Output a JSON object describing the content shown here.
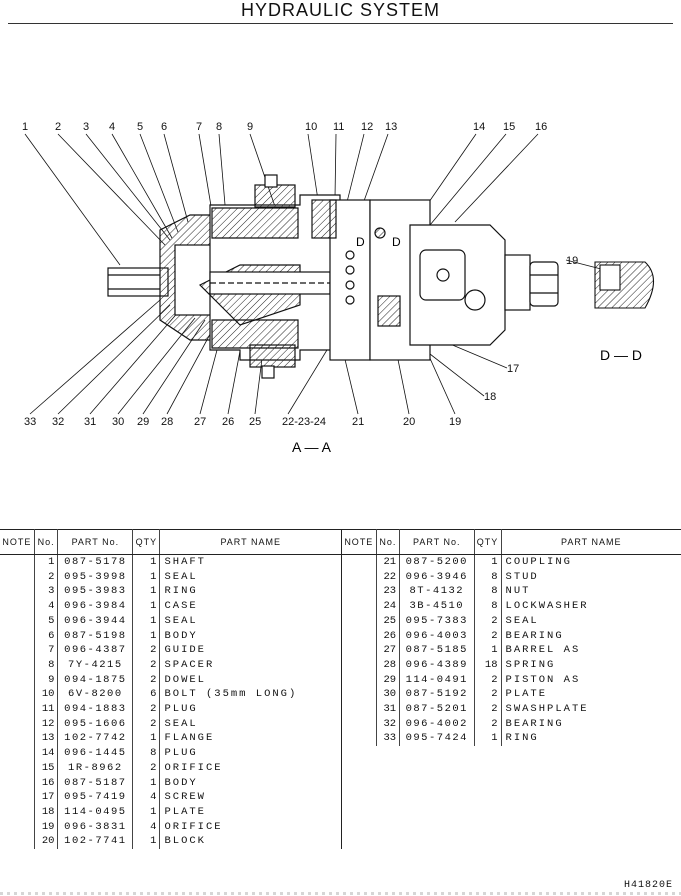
{
  "header": {
    "title": "HYDRAULIC SYSTEM"
  },
  "drawing": {
    "view_aa": "A — A",
    "view_dd": "D — D",
    "section_marker": "D",
    "callouts_top": [
      "1",
      "2",
      "3",
      "4",
      "5",
      "6",
      "7",
      "8",
      "9",
      "10",
      "11",
      "12",
      "13",
      "14",
      "15",
      "16"
    ],
    "callouts_bottom": [
      "33",
      "32",
      "31",
      "30",
      "29",
      "28",
      "27",
      "26",
      "25",
      "22-23-24",
      "21",
      "20",
      "19"
    ],
    "callouts_right": [
      "17",
      "18",
      "19"
    ]
  },
  "table": {
    "columns": {
      "note": "NOTE",
      "no": "No.",
      "part_no": "PART No.",
      "qty": "QTY",
      "part_name": "PART NAME"
    },
    "left": [
      {
        "no": "1",
        "part_no": "087-5178",
        "qty": "1",
        "name": "SHAFT"
      },
      {
        "no": "2",
        "part_no": "095-3998",
        "qty": "1",
        "name": "SEAL"
      },
      {
        "no": "3",
        "part_no": "095-3983",
        "qty": "1",
        "name": "RING"
      },
      {
        "no": "4",
        "part_no": "096-3984",
        "qty": "1",
        "name": "CASE"
      },
      {
        "no": "5",
        "part_no": "096-3944",
        "qty": "1",
        "name": "SEAL"
      },
      {
        "no": "6",
        "part_no": "087-5198",
        "qty": "1",
        "name": "BODY"
      },
      {
        "no": "7",
        "part_no": "096-4387",
        "qty": "2",
        "name": "GUIDE"
      },
      {
        "no": "8",
        "part_no": "7Y-4215",
        "qty": "2",
        "name": "SPACER"
      },
      {
        "no": "9",
        "part_no": "094-1875",
        "qty": "2",
        "name": "DOWEL"
      },
      {
        "no": "10",
        "part_no": "6V-8200",
        "qty": "6",
        "name": "BOLT (35mm LONG)"
      },
      {
        "no": "11",
        "part_no": "094-1883",
        "qty": "2",
        "name": "PLUG"
      },
      {
        "no": "12",
        "part_no": "095-1606",
        "qty": "2",
        "name": "SEAL"
      },
      {
        "no": "13",
        "part_no": "102-7742",
        "qty": "1",
        "name": "FLANGE"
      },
      {
        "no": "14",
        "part_no": "096-1445",
        "qty": "8",
        "name": "PLUG"
      },
      {
        "no": "15",
        "part_no": "1R-8962",
        "qty": "2",
        "name": "ORIFICE"
      },
      {
        "no": "16",
        "part_no": "087-5187",
        "qty": "1",
        "name": "BODY"
      },
      {
        "no": "17",
        "part_no": "095-7419",
        "qty": "4",
        "name": "SCREW"
      },
      {
        "no": "18",
        "part_no": "114-0495",
        "qty": "1",
        "name": "PLATE"
      },
      {
        "no": "19",
        "part_no": "096-3831",
        "qty": "4",
        "name": "ORIFICE"
      },
      {
        "no": "20",
        "part_no": "102-7741",
        "qty": "1",
        "name": "BLOCK"
      }
    ],
    "right": [
      {
        "no": "21",
        "part_no": "087-5200",
        "qty": "1",
        "name": "COUPLING"
      },
      {
        "no": "22",
        "part_no": "096-3946",
        "qty": "8",
        "name": "STUD"
      },
      {
        "no": "23",
        "part_no": "8T-4132",
        "qty": "8",
        "name": "NUT"
      },
      {
        "no": "24",
        "part_no": "3B-4510",
        "qty": "8",
        "name": "LOCKWASHER"
      },
      {
        "no": "25",
        "part_no": "095-7383",
        "qty": "2",
        "name": "SEAL"
      },
      {
        "no": "26",
        "part_no": "096-4003",
        "qty": "2",
        "name": "BEARING"
      },
      {
        "no": "27",
        "part_no": "087-5185",
        "qty": "1",
        "name": "BARREL AS"
      },
      {
        "no": "28",
        "part_no": "096-4389",
        "qty": "18",
        "name": "SPRING"
      },
      {
        "no": "29",
        "part_no": "114-0491",
        "qty": "2",
        "name": "PISTON AS"
      },
      {
        "no": "30",
        "part_no": "087-5192",
        "qty": "2",
        "name": "PLATE"
      },
      {
        "no": "31",
        "part_no": "087-5201",
        "qty": "2",
        "name": "SWASHPLATE"
      },
      {
        "no": "32",
        "part_no": "096-4002",
        "qty": "2",
        "name": "BEARING"
      },
      {
        "no": "33",
        "part_no": "095-7424",
        "qty": "1",
        "name": "RING"
      }
    ]
  },
  "footer": {
    "doc_number": "H41820E"
  }
}
